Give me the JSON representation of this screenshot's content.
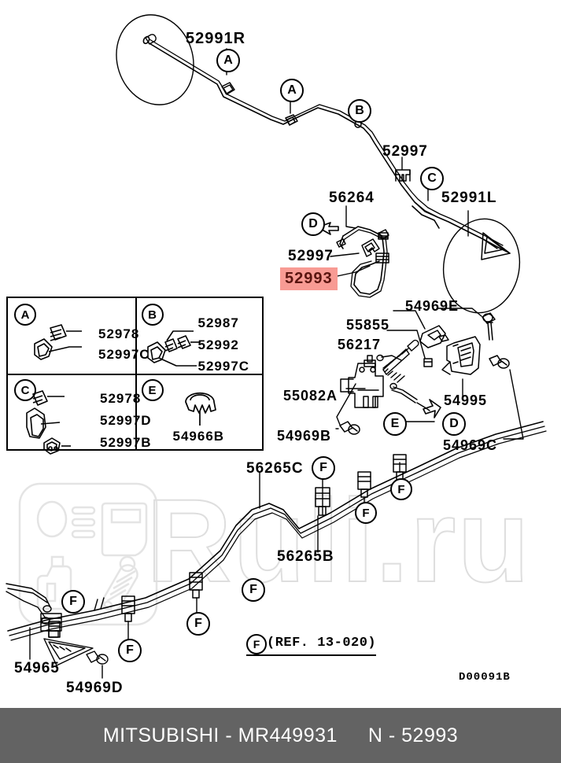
{
  "diagram": {
    "drawing_code": "D00091B",
    "reference_note": "(REF. 13-020)",
    "reference_note_letter": "F",
    "highlight_color": "#f89b94",
    "highlight_text_color": "#5a1510",
    "watermark_text": "Ruli.ru"
  },
  "labels": {
    "l52991R": "52991R",
    "l52997_top": "52997",
    "l52991L": "52991L",
    "l56264": "56264",
    "l52997_mid": "52997",
    "l52993": "52993",
    "l54969E": "54969E",
    "l55855": "55855",
    "l56217": "56217",
    "l55082A": "55082A",
    "l54995": "54995",
    "l54969B": "54969B",
    "l54969C": "54969C",
    "l56265C": "56265C",
    "l56265B": "56265B",
    "l54965": "54965",
    "l54969D": "54969D"
  },
  "callout_letters": {
    "a1": "A",
    "a2": "A",
    "b1": "B",
    "c1": "C",
    "d1": "D",
    "d2": "D",
    "e1": "E",
    "f1": "F",
    "f2": "F",
    "f3": "F",
    "f4": "F",
    "f5": "F",
    "f6": "F"
  },
  "legend": {
    "cells": [
      {
        "tag": "A",
        "items": [
          {
            "number": "52978"
          },
          {
            "number": "52997C"
          }
        ]
      },
      {
        "tag": "B",
        "items": [
          {
            "number": "52987"
          },
          {
            "number": "52992"
          },
          {
            "number": "52997C"
          }
        ]
      },
      {
        "tag": "C",
        "items": [
          {
            "number": "52978"
          },
          {
            "number": "52997D"
          },
          {
            "number": "52997B"
          }
        ]
      },
      {
        "tag": "E",
        "items": [
          {
            "number": "54966B"
          }
        ]
      }
    ]
  },
  "footer": {
    "brand": "MITSUBISHI",
    "separator": "-",
    "part_code": "MR449931",
    "group": "N",
    "group_separator": "-",
    "group_number": "52993",
    "full_text": "MITSUBISHI - MR449931    N - 52993"
  }
}
